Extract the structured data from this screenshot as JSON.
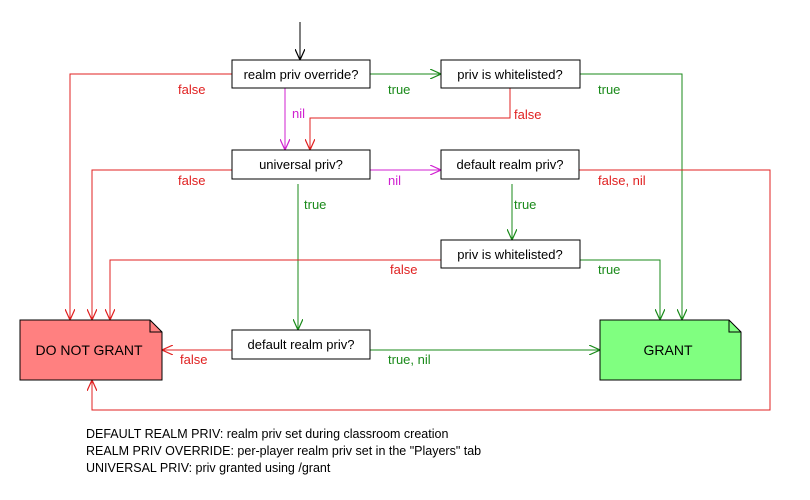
{
  "nodes": {
    "realm_override": "realm priv override?",
    "whitelist_top": "priv is whitelisted?",
    "universal": "universal priv?",
    "default_realm_mid": "default realm priv?",
    "whitelist_mid": "priv is whitelisted?",
    "default_realm_bottom": "default realm priv?",
    "do_not_grant": "DO NOT GRANT",
    "grant": "GRANT"
  },
  "edges": {
    "override_false": "false",
    "override_true": "true",
    "override_nil": "nil",
    "wl_top_false": "false",
    "wl_top_true": "true",
    "universal_false": "false",
    "universal_nil": "nil",
    "universal_true": "true",
    "drp_mid_false_nil": "false, nil",
    "drp_mid_true": "true",
    "wl_mid_false": "false",
    "wl_mid_true": "true",
    "drp_bottom_false": "false",
    "drp_bottom_true_nil": "true, nil"
  },
  "legend": [
    "DEFAULT REALM PRIV: realm priv set during classroom creation",
    "REALM PRIV OVERRIDE: per-player realm priv set in the \"Players\" tab",
    "UNIVERSAL PRIV: priv granted using /grant"
  ],
  "colors": {
    "false_edge": "#e02020",
    "true_edge": "#1a8a1a",
    "nil_edge": "#d020d0",
    "do_not_grant_fill": "#ff8080",
    "grant_fill": "#80ff80"
  }
}
